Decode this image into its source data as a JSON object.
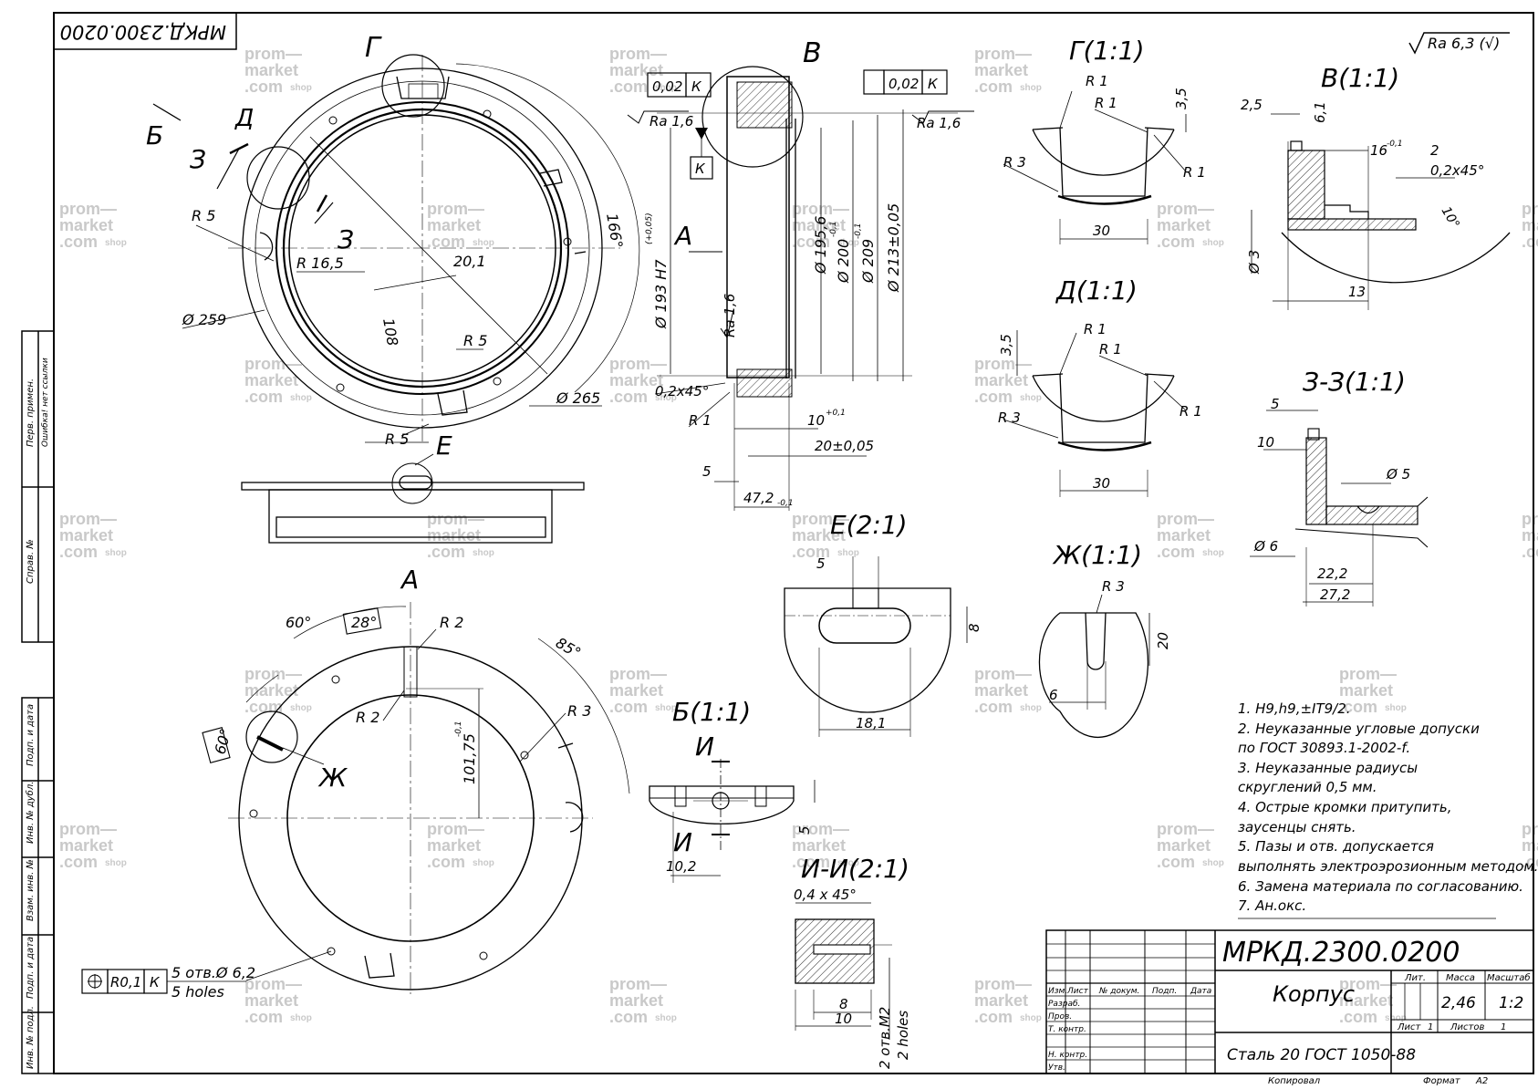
{
  "title_block": {
    "designation": "МРКД.2300.0200",
    "designation_rotated": "МРКД.2300.0200",
    "name": "Корпус",
    "material": "Сталь 20 ГОСТ 1050-88",
    "mass": "2,46",
    "scale": "1:2",
    "lit_label": "Лит.",
    "mass_label": "Масса",
    "scale_label": "Масштаб",
    "sheet_label": "Лист",
    "sheet_value": "1",
    "sheets_label": "Листов",
    "sheets_value": "1",
    "col_izm": "Изм.",
    "col_list": "Лист",
    "col_doc": "№ докум.",
    "col_sign": "Подп.",
    "col_date": "Дата",
    "row_razrab": "Разраб.",
    "row_prov": "Пров.",
    "row_tkontr": "Т. контр.",
    "row_nkontr": "Н. контр.",
    "row_utv": "Утв.",
    "copied": "Копировал",
    "format_label": "Формат",
    "format_value": "А2"
  },
  "side_strip": {
    "perv_primen": "Перв. примен.",
    "perv_value": "Ошибка! нет ссылки",
    "sprav": "Справ. №",
    "podp_data_1": "Подп. и дата",
    "inv_dubl": "Инв. № дубл.",
    "vzam_inv": "Взам. инв. №",
    "podp_data_2": "Подп. и дата",
    "inv_podl": "Инв. № подл."
  },
  "roughness_general": "Ra 6,3 (√)",
  "notes": [
    "1. H9,h9,±IT9/2.",
    "2. Неуказанные угловые допуски",
    "по ГОСТ 30893.1-2002-f.",
    "3. Неуказанные радиусы",
    "скруглений 0,5 мм.",
    "4. Острые кромки притупить,",
    "заусенцы снять.",
    "5. Пазы и отв. допускается",
    "выполнять электроэрозионным методом.",
    "6. Замена материала по согласованию.",
    "7. Ан.окс."
  ],
  "view_labels": {
    "g": "Г",
    "b": "Б",
    "d": "Д",
    "z1": "З",
    "z2": "З",
    "e": "Е",
    "v": "В",
    "a1": "А",
    "a2": "А",
    "zh": "Ж",
    "g_detail": "Г(1:1)",
    "v_detail": "В(1:1)",
    "d_detail": "Д(1:1)",
    "zz_detail": "З-З(1:1)",
    "e_detail": "Е(2:1)",
    "zh_detail": "Ж(1:1)",
    "b_detail": "Б(1:1)",
    "ii_detail": "И-И(2:1)",
    "i1": "И",
    "i2": "И",
    "k_base": "К"
  },
  "dims_top_view": {
    "r5_a": "R 5",
    "r165": "R 16,5",
    "d259": "Ø 259",
    "dim201": "20,1",
    "dim108": "108",
    "r5_b": "R 5",
    "r5_c": "R 5",
    "d265": "Ø 265",
    "dim166": "166°"
  },
  "dims_section": {
    "tol1": "0,02",
    "k1": "К",
    "tol2": "0,02",
    "k2": "К",
    "ra_top_left": "Ra 1,6",
    "ra_top_right": "Ra 1,6",
    "ra_mid": "Ra 1,6",
    "d193": "Ø 193 H7",
    "d193_tol": "(+0,05)",
    "d1956": "Ø 195,6",
    "d200": "Ø 200",
    "d200_tol": "-0,1",
    "d209": "Ø 209",
    "d209_tol": "-0,1",
    "d213": "Ø 213±0,05",
    "chamfer": "0,2x45°",
    "r1": "R 1",
    "dim10": "10",
    "dim10_tol": "+0,1",
    "dim20": "20±0,05",
    "dim5": "5",
    "dim472": "47,2",
    "dim472_tol": "-0,1"
  },
  "dims_bottom_view": {
    "a60": "60°",
    "a28": "28°",
    "a85": "85°",
    "a60b": "60°",
    "r2_a": "R 2",
    "r2_b": "R 2",
    "r3": "R 3",
    "dim10175": "101,75",
    "dim10175_tol": "-0,1",
    "pos_tol": "R0,1",
    "pos_k": "К",
    "holes1": "5 отв.Ø 6,2",
    "holes2": "5 holes"
  },
  "dims_g": {
    "r1a": "R 1",
    "r1b": "R 1",
    "r1c": "R 1",
    "r3": "R 3",
    "dim35": "3,5",
    "dim30": "30"
  },
  "dims_d": {
    "r1a": "R 1",
    "r1b": "R 1",
    "r1c": "R 1",
    "r3": "R 3",
    "dim35": "3,5",
    "dim30": "30"
  },
  "dims_v": {
    "dim25": "2,5",
    "dim61": "6,1",
    "dim16": "16",
    "dim16_tol": "-0,1",
    "dim2": "2",
    "chamfer": "0,2x45°",
    "ang10": "10°",
    "d3": "Ø 3",
    "dim13": "13"
  },
  "dims_zz": {
    "dim5": "5",
    "dim10": "10",
    "d5": "Ø 5",
    "d6": "Ø 6",
    "dim222": "22,2",
    "dim272": "27,2"
  },
  "dims_e": {
    "dim5": "5",
    "dim8": "8",
    "dim181": "18,1"
  },
  "dims_zh": {
    "r3": "R 3",
    "dim20": "20",
    "dim6": "6"
  },
  "dims_b": {
    "dim5": "5",
    "dim102": "10,2"
  },
  "dims_ii": {
    "chamfer": "0,4 x 45°",
    "dim8": "8",
    "dim10": "10",
    "thread": "2 отв.M2",
    "holes": "2 holes"
  },
  "watermark": {
    "line1": "prom—",
    "line2": "market",
    "line3": ".com",
    "shop": "shop"
  }
}
